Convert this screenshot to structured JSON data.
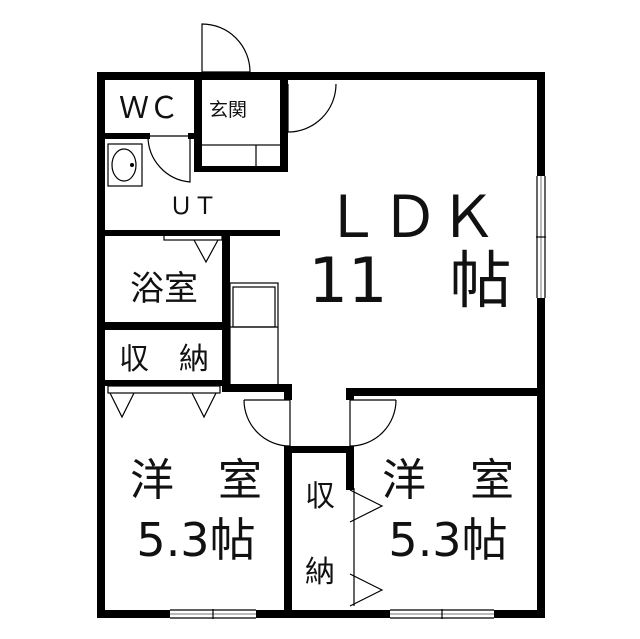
{
  "rooms": {
    "wc": "ＷＣ",
    "genkan": "玄関",
    "ut": "ＵＴ",
    "ldk_name": "ＬＤＫ",
    "ldk_size": "11　帖",
    "bath": "浴室",
    "storage_left": "収　納",
    "western_left_name": "洋　室",
    "western_left_size": "5.3帖",
    "western_right_name": "洋　室",
    "western_right_size": "5.3帖",
    "storage_mid_top": "収",
    "storage_mid_bottom": "納"
  }
}
